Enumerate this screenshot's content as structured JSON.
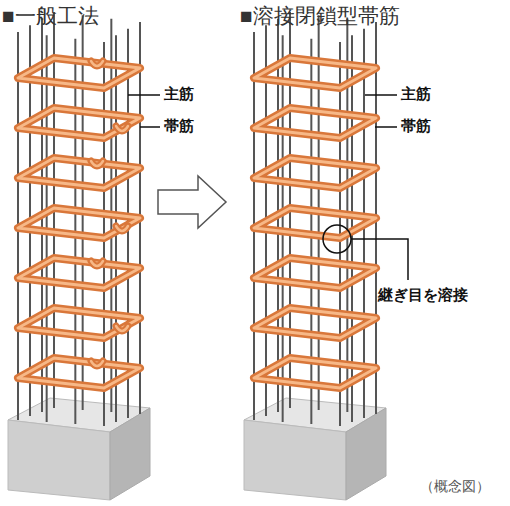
{
  "diagram": {
    "labels": [
      "■一般工法",
      "■溶接閉鎖型帯筋",
      "主筋",
      "帯筋",
      "主筋",
      "帯筋",
      "継ぎ目を溶接",
      "（概念図）"
    ]
  }
}
